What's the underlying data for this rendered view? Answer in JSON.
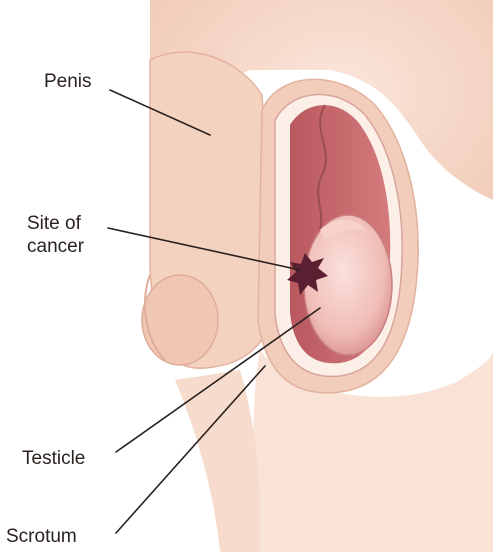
{
  "labels": {
    "penis": "Penis",
    "site_of_cancer": "Site of\ncancer",
    "testicle": "Testicle",
    "scrotum": "Scrotum"
  },
  "colors": {
    "background": "#ffffff",
    "skin": "#f6d9c9",
    "skin_shadow": "#e8bba6",
    "scrotum_lining": "#c2686c",
    "testicle": "#f2c2bd",
    "tumor": "#5a1f30",
    "leader_line": "#2b2220"
  }
}
